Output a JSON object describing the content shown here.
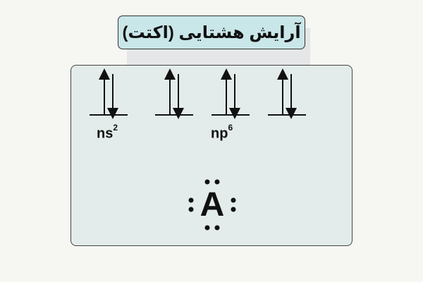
{
  "title": "آرایش هشتایی (اکتت)",
  "orbital_diagram": {
    "s_label": "ns",
    "s_superscript": "2",
    "p_label": "np",
    "p_superscript": "6",
    "orbitals": [
      {
        "name": "s",
        "electrons": [
          "up",
          "down"
        ]
      },
      {
        "name": "p1",
        "electrons": [
          "up",
          "down"
        ]
      },
      {
        "name": "p2",
        "electrons": [
          "up",
          "down"
        ]
      },
      {
        "name": "p3",
        "electrons": [
          "up",
          "down"
        ]
      }
    ]
  },
  "lewis_structure": {
    "symbol": "A",
    "lone_pairs": 4
  },
  "colors": {
    "title_bg": "#c9e6e8",
    "panel_bg": "#e3ecea",
    "ink": "#111111"
  }
}
